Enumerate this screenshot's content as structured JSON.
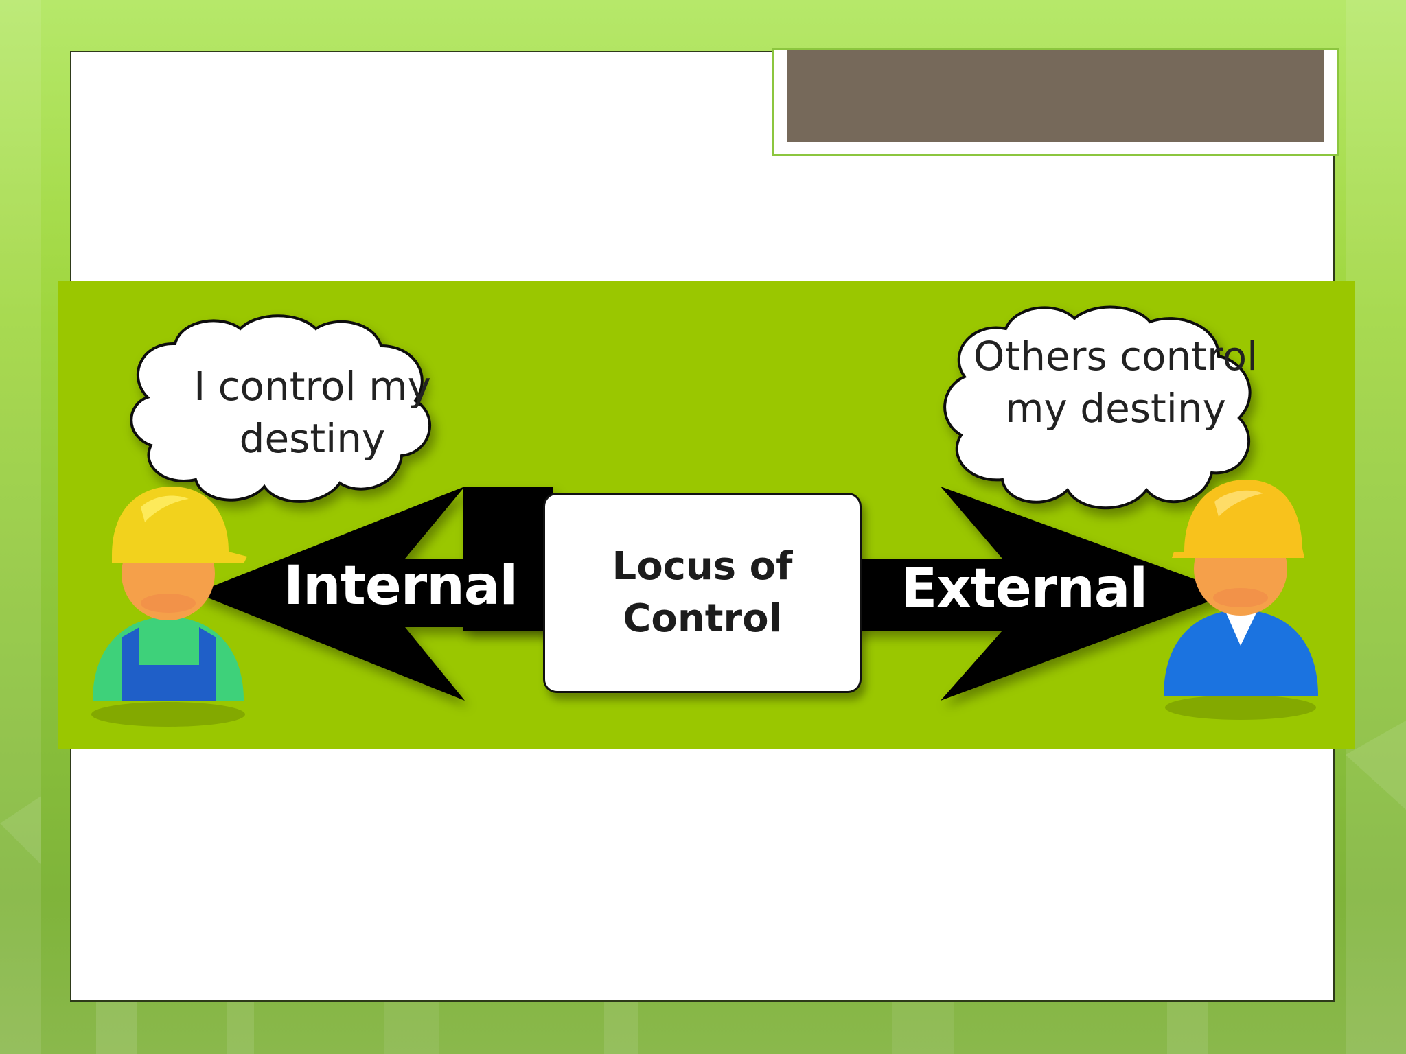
{
  "diagram": {
    "center_label": "Locus of Control",
    "left_arrow_label": "Internal",
    "right_arrow_label": "External",
    "left_thought": "I control my destiny",
    "right_thought": "Others control my destiny"
  },
  "colors": {
    "diagram_background": "#9ac700",
    "arrow_fill": "#000000",
    "title_tab_fill": "#76695a"
  },
  "icons": {
    "left_person": "worker-with-hardhat-icon",
    "right_person": "worker-with-hardhat-icon",
    "left_cloud": "thought-cloud-icon",
    "right_cloud": "thought-cloud-icon"
  }
}
